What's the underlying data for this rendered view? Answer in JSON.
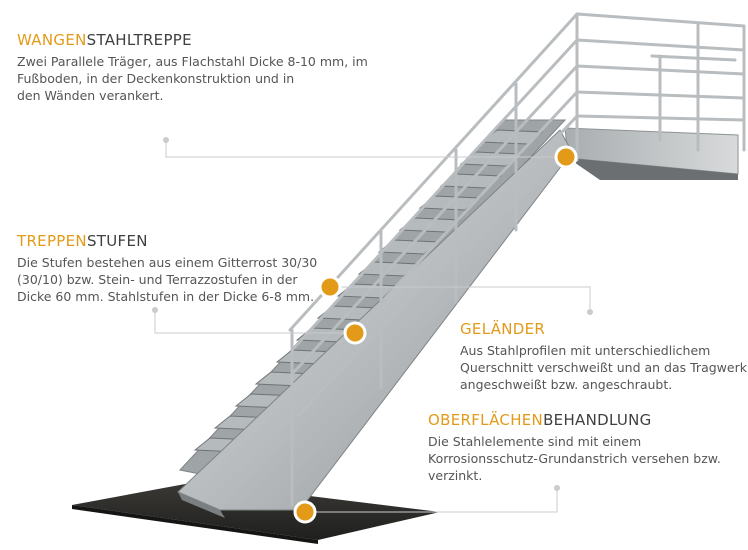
{
  "callouts": [
    {
      "highlight": "WANGEN",
      "rest": "STAHLTREPPE",
      "text": "Zwei Parallele Träger, aus Flachstahl Dicke 8-10 mm, im\nFußboden, in der Deckenkonstruktion und in\nden Wänden verankert."
    },
    {
      "highlight": "TREPPEN",
      "rest": "STUFEN",
      "text": "Die Stufen bestehen aus einem Gitterrost 30/30\n(30/10) bzw. Stein- und Terrazzostufen in der\nDicke 60 mm. Stahlstufen in der Dicke 6-8 mm."
    },
    {
      "highlight": "GELÄNDER",
      "rest": "",
      "text": "Aus Stahlprofilen mit unterschiedlichem\nQuerschnitt verschweißt und an das Tragwerk\nangeschweißt bzw. angeschraubt."
    },
    {
      "highlight": "OBERFLÄCHEN",
      "rest": "BEHANDLUNG",
      "text": "Die Stahlelemente sind mit einem\nKorrosionsschutz-Grundanstrich versehen bzw.\nverzinkt."
    }
  ],
  "colors": {
    "accent": "#e39a18",
    "heading": "#3f3f3f",
    "body": "#555555",
    "steel": "#c7cacc",
    "mat": "#2c2c2a"
  }
}
